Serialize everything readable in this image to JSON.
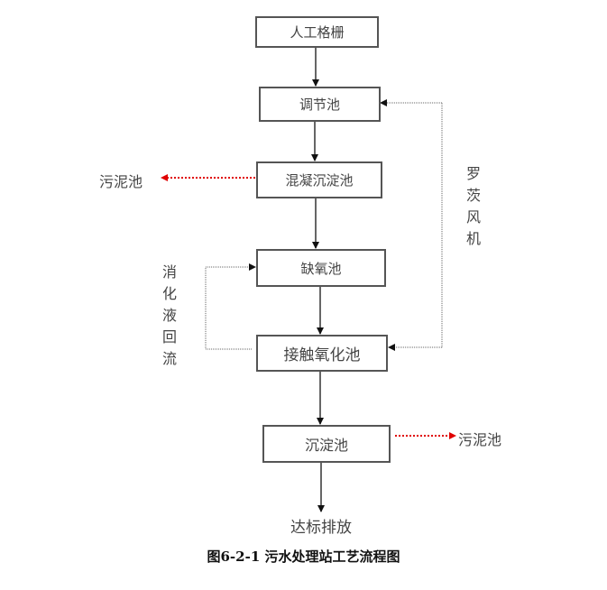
{
  "diagram": {
    "nodes": [
      {
        "id": "grille",
        "label": "人工格栅"
      },
      {
        "id": "equalization",
        "label": "调节池"
      },
      {
        "id": "coagulation",
        "label": "混凝沉淀池"
      },
      {
        "id": "anoxic",
        "label": "缺氧池"
      },
      {
        "id": "contact-oxidation",
        "label": "接触氧化池"
      },
      {
        "id": "sedimentation",
        "label": "沉淀池"
      }
    ],
    "outputs": {
      "discharge": "达标排放",
      "sludge_left": "污泥池",
      "sludge_right": "污泥池"
    },
    "side_labels": {
      "blower": [
        "罗",
        "茨",
        "风",
        "机"
      ],
      "reflux": [
        "消",
        "化",
        "液",
        "回",
        "流"
      ]
    },
    "colors": {
      "sludge_arrow": "#e00000",
      "line": "#333333",
      "dotted": "#666666"
    },
    "caption": "图6-2-1  污水处理站工艺流程图"
  }
}
